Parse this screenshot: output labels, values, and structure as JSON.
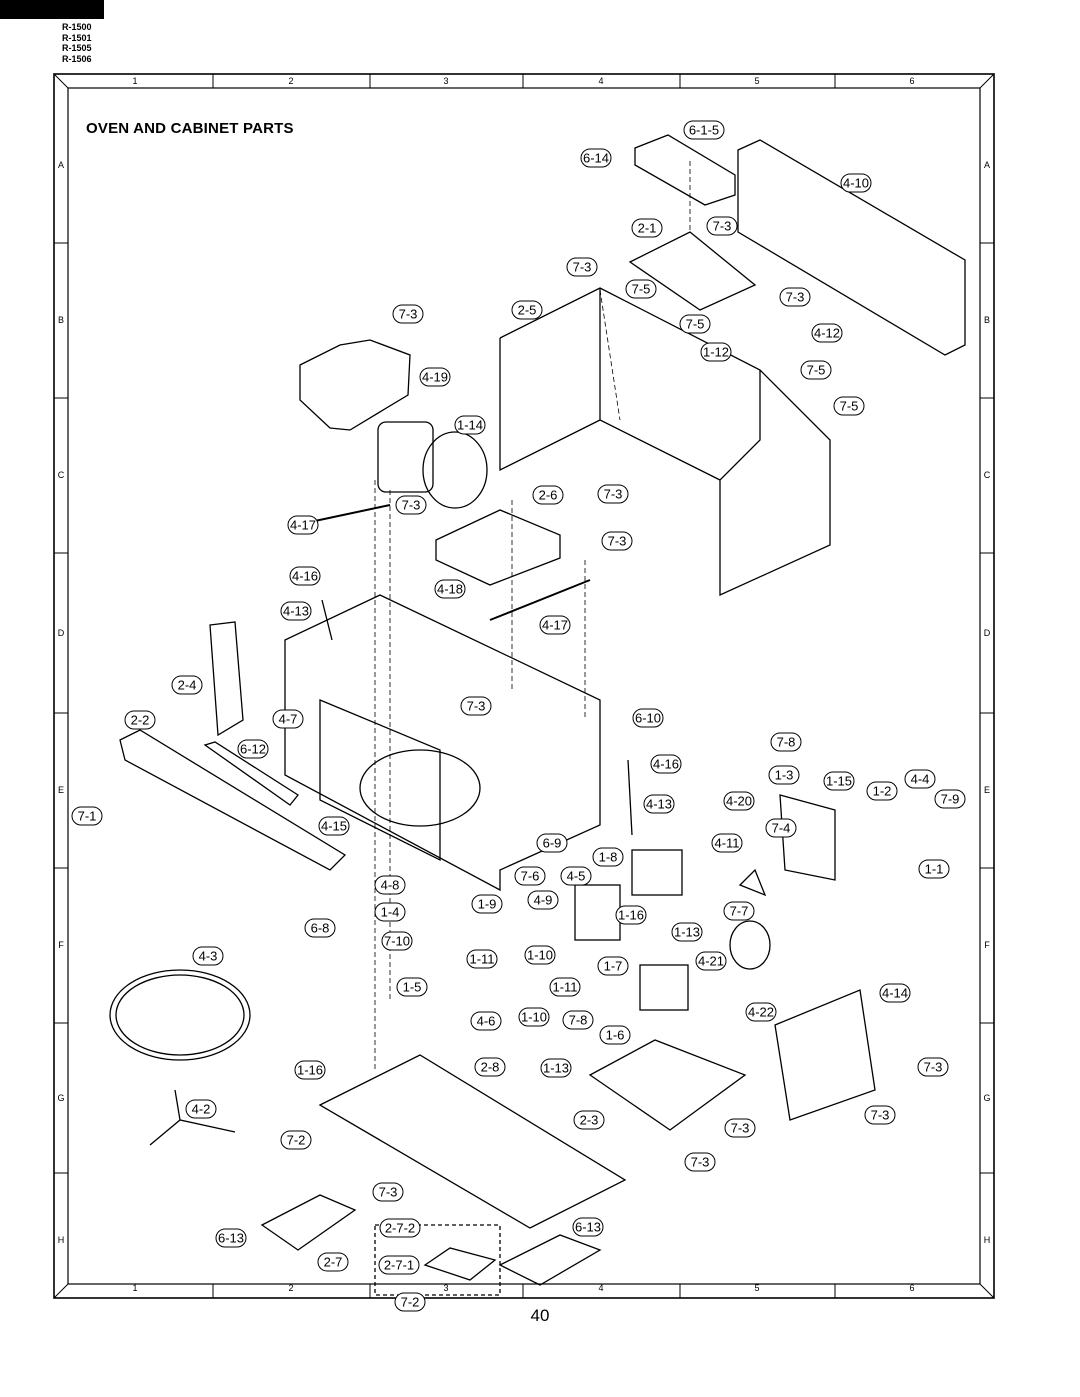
{
  "models": [
    "R-1500",
    "R-1501",
    "R-1505",
    "R-1506"
  ],
  "page_title": "OVEN AND CABINET PARTS",
  "page_number": "40",
  "grid": {
    "columns": [
      "1",
      "2",
      "3",
      "4",
      "5",
      "6"
    ],
    "rows": [
      "A",
      "B",
      "C",
      "D",
      "E",
      "F",
      "G",
      "H"
    ]
  },
  "callouts": [
    "6-1-5",
    "6-14",
    "4-10",
    "2-1",
    "7-3",
    "7-3",
    "7-5",
    "7-3",
    "7-3",
    "2-5",
    "7-5",
    "4-12",
    "1-12",
    "7-5",
    "4-19",
    "7-5",
    "1-14",
    "7-3",
    "2-6",
    "7-3",
    "4-17",
    "7-3",
    "4-16",
    "4-18",
    "4-13",
    "4-17",
    "2-4",
    "2-2",
    "4-7",
    "7-3",
    "6-10",
    "6-12",
    "7-8",
    "4-16",
    "7-1",
    "1-3",
    "1-15",
    "4-4",
    "1-2",
    "4-20",
    "4-13",
    "7-9",
    "4-15",
    "6-9",
    "7-4",
    "4-11",
    "1-8",
    "1-1",
    "7-6",
    "4-5",
    "4-8",
    "1-9",
    "4-9",
    "1-4",
    "7-7",
    "1-16",
    "6-8",
    "7-10",
    "1-13",
    "4-3",
    "1-10",
    "1-11",
    "4-21",
    "1-7",
    "1-5",
    "1-11",
    "4-14",
    "4-6",
    "1-10",
    "7-8",
    "4-22",
    "1-6",
    "1-16",
    "2-8",
    "1-13",
    "7-3",
    "4-2",
    "2-3",
    "7-3",
    "7-2",
    "7-3",
    "7-3",
    "7-3",
    "2-7-2",
    "6-13",
    "6-13",
    "2-7",
    "2-7-1",
    "7-2"
  ]
}
